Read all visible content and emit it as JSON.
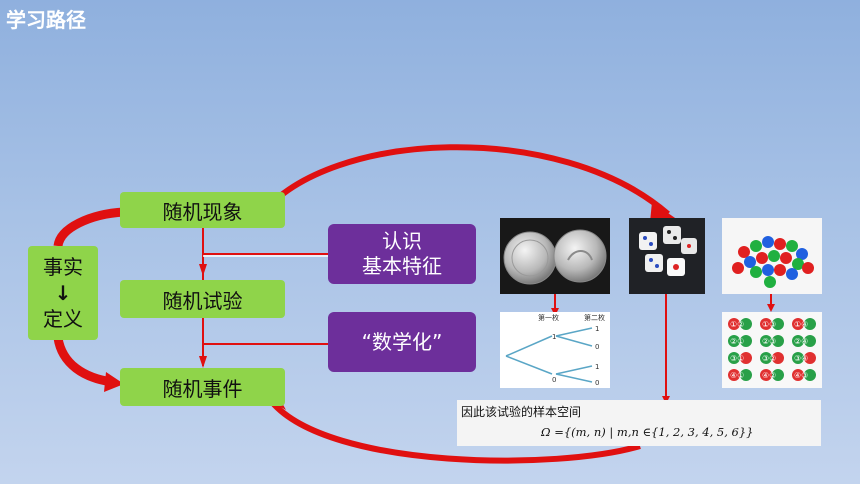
{
  "header": {
    "title": "学习路径"
  },
  "nodes": {
    "phenomenon": "随机现象",
    "trial": "随机试验",
    "event": "随机事件",
    "fact": "事实",
    "arrow": "↓",
    "definition": "定义",
    "recognize_line1": "认识",
    "recognize_line2": "基本特征",
    "mathematize": "“数学化”"
  },
  "tree": {
    "first": "第一枚",
    "second": "第二枚",
    "one": "1",
    "zero": "0"
  },
  "sample_space": {
    "line1": "因此该试验的样本空间",
    "line2": "Ω ={(m, n) | m,n ∈{1, 2, 3, 4, 5, 6}}"
  },
  "balls": {
    "labels": [
      "①②",
      "①③",
      "①④",
      "②①",
      "②③",
      "②④",
      "③①",
      "③②",
      "③④",
      "④①",
      "④②",
      "④③"
    ]
  },
  "colors": {
    "green": "#8fd44a",
    "purple": "#6d2f9b",
    "red": "#e01010"
  }
}
